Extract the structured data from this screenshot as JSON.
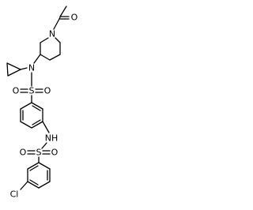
{
  "atom_labels": {
    "ketone_oxygen": "O",
    "piperidine_nitrogen": "N",
    "sulfonamide_nitrogen": "N",
    "sulfonyl_1_sulfur": "S",
    "sulfonyl_1_oxygen_left": "O",
    "sulfonyl_1_oxygen_right": "O",
    "amide_nh": "NH",
    "sulfonyl_2_sulfur": "S",
    "sulfonyl_2_oxygen_left": "O",
    "sulfonyl_2_oxygen_right": "O",
    "chlorine": "Cl"
  },
  "colors": {
    "ink": "#000000",
    "background": "#ffffff"
  }
}
